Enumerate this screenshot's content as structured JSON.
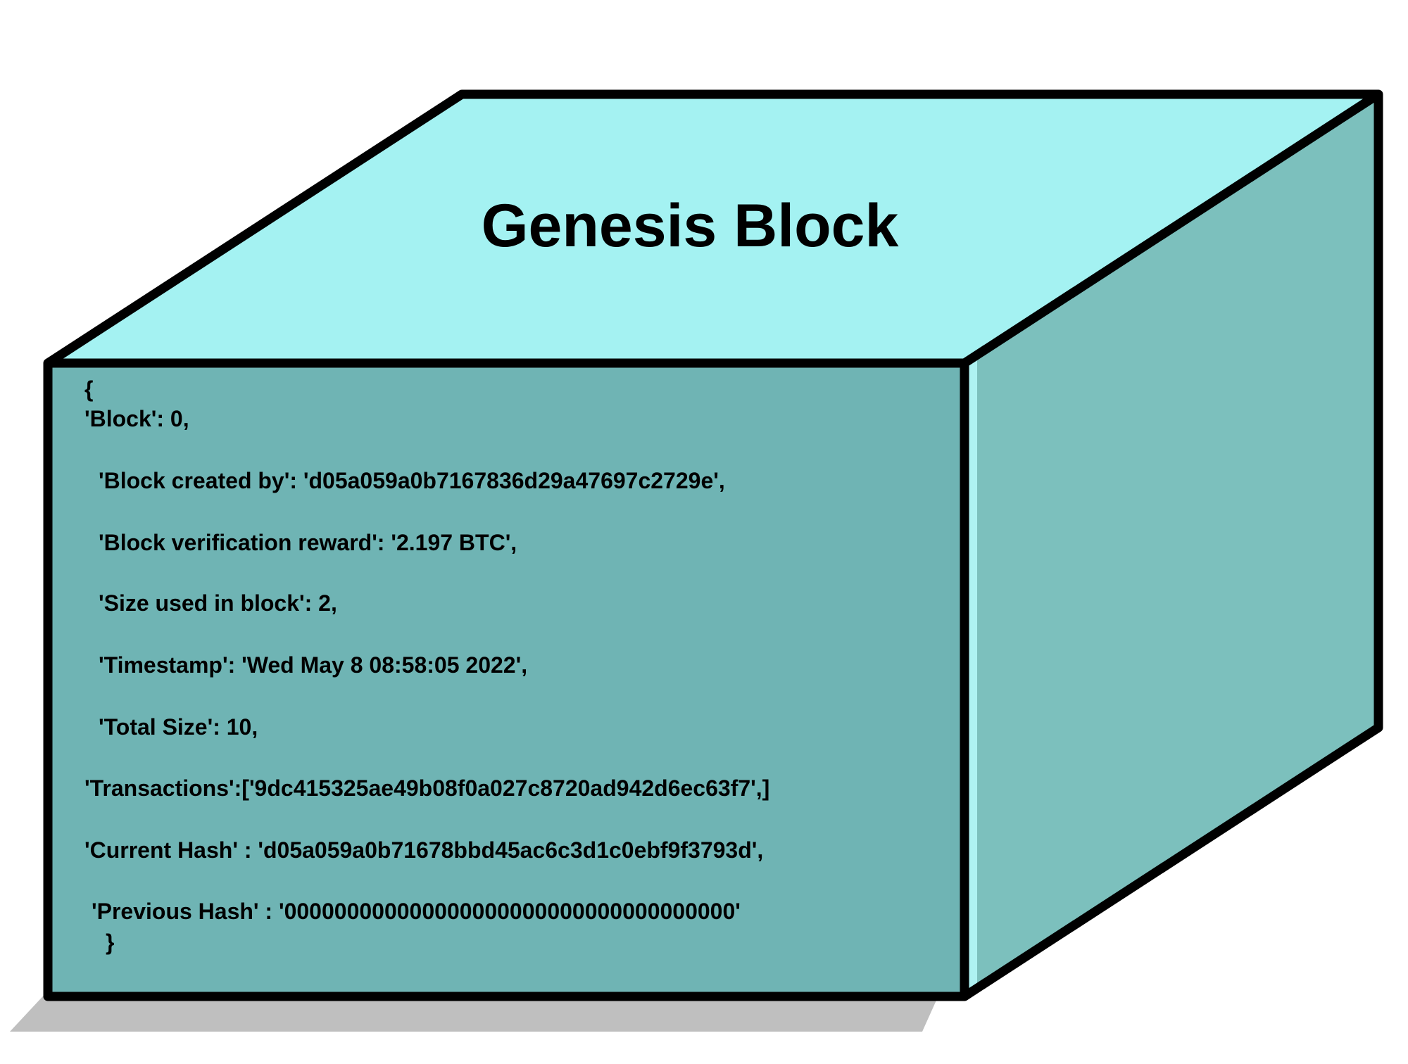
{
  "title": "Genesis Block",
  "colors": {
    "top_face": "#a4f2f2",
    "front_face": "#6fb4b4",
    "side_face": "#7cc0bd",
    "side_highlight": "#aef2f2",
    "shadow": "#bfbfbf",
    "outline": "#000000"
  },
  "block": {
    "open_brace": "{",
    "fields": [
      "'Block': 0,",
      "'Block created by': 'd05a059a0b7167836d29a47697c2729e',",
      "'Block verification reward': '2.197 BTC',",
      "'Size used in block': 2,",
      "'Timestamp': 'Wed May 8 08:58:05 2022',",
      "'Total Size': 10,",
      "'Transactions':['9dc415325ae49b08f0a027c8720ad942d6ec63f7',]",
      "'Current Hash' : 'd05a059a0b71678bbd45ac6c3d1c0ebf9f3793d',",
      "'Previous Hash' : '000000000000000000000000000000000000'"
    ],
    "close_brace": "}"
  }
}
